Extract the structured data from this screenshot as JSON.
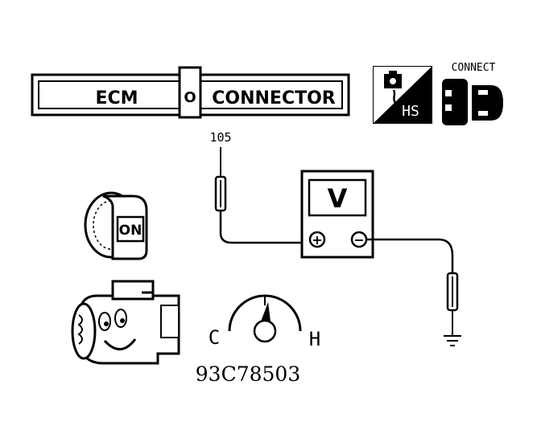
{
  "connector_bar": {
    "left_label": "ECM",
    "right_label": "CONNECTOR",
    "center_symbol": "O"
  },
  "hot_start_badge": {
    "label": "HS",
    "icon": "engine-icon"
  },
  "connect_badge": {
    "label": "CONNECT",
    "icon": "connector-plug-icon"
  },
  "probe": {
    "terminal": "105"
  },
  "voltmeter": {
    "display": "V",
    "positive": "+",
    "negative": "−"
  },
  "ignition": {
    "label": "ON",
    "icon": "ignition-key-icon"
  },
  "engine": {
    "icon": "engine-face-icon"
  },
  "temp_gauge": {
    "cold": "C",
    "hot": "H",
    "icon": "temperature-gauge-icon"
  },
  "ground": {
    "icon": "ground-symbol-icon"
  },
  "figure_code": "93C78503"
}
